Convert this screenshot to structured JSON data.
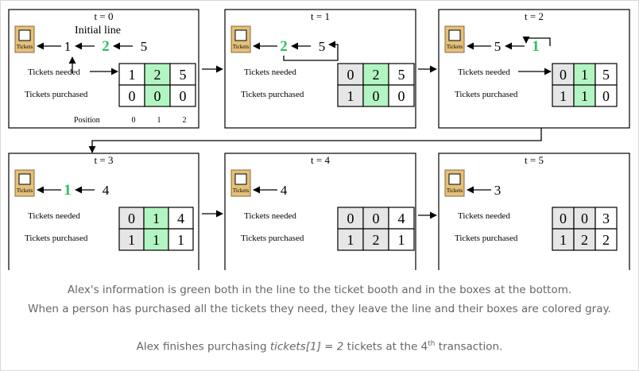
{
  "colors": {
    "green_text": "#2ec05a",
    "green_fill": "#b3f5c2",
    "gray_fill": "#e6e6e6",
    "booth_fill": "#e4c07a",
    "booth_stroke": "#8a6a30"
  },
  "labels": {
    "initial_line": "Initial line",
    "tickets_needed": "Tickets needed",
    "tickets_purchased": "Tickets purchased",
    "position": "Position",
    "booth": "Tickets"
  },
  "panels": [
    {
      "title": "t = 0",
      "queue": [
        {
          "v": "1",
          "green": false
        },
        {
          "v": "2",
          "green": true
        },
        {
          "v": "5",
          "green": false
        }
      ],
      "needed": [
        "1",
        "2",
        "5"
      ],
      "purchased": [
        "0",
        "0",
        "0"
      ],
      "states": [
        "w",
        "a",
        "w"
      ],
      "positions": [
        "0",
        "1",
        "2"
      ]
    },
    {
      "title": "t = 1",
      "queue": [
        {
          "v": "2",
          "green": true
        },
        {
          "v": "5",
          "green": false
        }
      ],
      "needed": [
        "0",
        "2",
        "5"
      ],
      "purchased": [
        "1",
        "0",
        "0"
      ],
      "states": [
        "g",
        "a",
        "w"
      ]
    },
    {
      "title": "t = 2",
      "queue": [
        {
          "v": "5",
          "green": false
        },
        {
          "v": "1",
          "green": true
        }
      ],
      "needed": [
        "0",
        "1",
        "5"
      ],
      "purchased": [
        "1",
        "1",
        "0"
      ],
      "states": [
        "g",
        "a",
        "w"
      ]
    },
    {
      "title": "t = 3",
      "queue": [
        {
          "v": "1",
          "green": true
        },
        {
          "v": "4",
          "green": false
        }
      ],
      "needed": [
        "0",
        "1",
        "4"
      ],
      "purchased": [
        "1",
        "1",
        "1"
      ],
      "states": [
        "g",
        "a",
        "w"
      ]
    },
    {
      "title": "t = 4",
      "queue": [
        {
          "v": "4",
          "green": false
        }
      ],
      "needed": [
        "0",
        "0",
        "4"
      ],
      "purchased": [
        "1",
        "2",
        "1"
      ],
      "states": [
        "g",
        "g",
        "w"
      ]
    },
    {
      "title": "t = 5",
      "queue": [
        {
          "v": "3",
          "green": false
        }
      ],
      "needed": [
        "0",
        "0",
        "3"
      ],
      "purchased": [
        "1",
        "2",
        "2"
      ],
      "states": [
        "g",
        "g",
        "w"
      ]
    }
  ],
  "captions": {
    "line1": "Alex's information is green both in the line to the ticket booth and in the boxes at the bottom.",
    "line2": "When a person has purchased all the tickets they need, they leave the line and their boxes are colored gray.",
    "line3_pre": "Alex finishes purchasing ",
    "line3_em": "tickets[1] = 2",
    "line3_mid": " tickets at the 4",
    "line3_sup": "th",
    "line3_post": " transaction."
  }
}
